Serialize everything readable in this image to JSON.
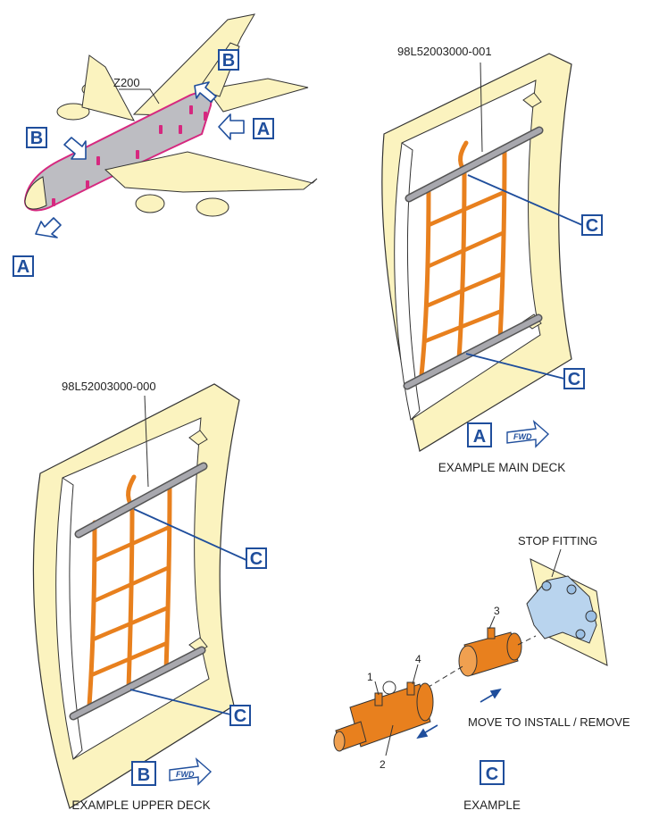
{
  "labels": {
    "zone": "Z200",
    "part_main": "98L52003000-001",
    "part_upper": "98L52003000-000",
    "view_a": "A",
    "view_b": "B",
    "view_c": "C",
    "stop_fitting": "STOP FITTING",
    "move_note": "MOVE TO INSTALL / REMOVE",
    "item_1": "1",
    "item_2": "2",
    "item_3": "3",
    "item_4": "4",
    "fwd": "FWD"
  },
  "captions": {
    "main_deck": "EXAMPLE MAIN DECK",
    "upper_deck": "EXAMPLE UPPER DECK",
    "detail": "EXAMPLE"
  },
  "colors": {
    "frame_fill": "#fbf3bf",
    "net_strap": "#e8801e",
    "bar_gray": "#9a9aa0",
    "callout_blue": "#1f4e9c",
    "zone_magenta": "#d6287f",
    "fitting_blue": "#b9d4ee"
  }
}
